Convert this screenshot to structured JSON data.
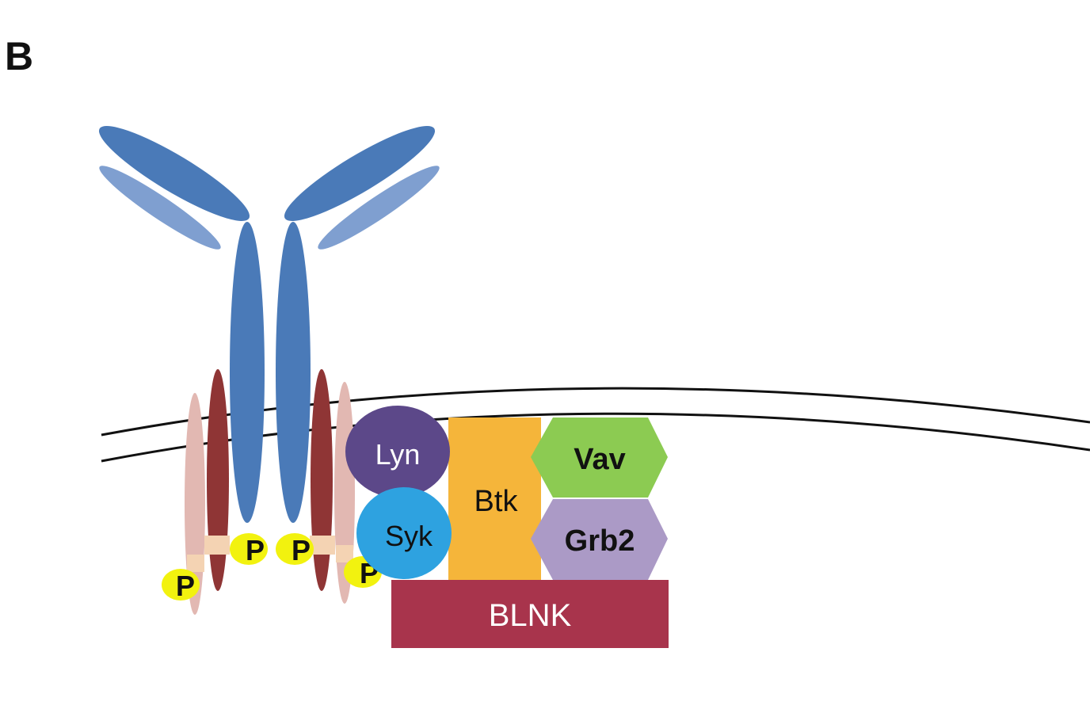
{
  "panel": {
    "label": "B"
  },
  "proteins": {
    "lyn": {
      "label": "Lyn"
    },
    "syk": {
      "label": "Syk"
    },
    "btk": {
      "label": "Btk"
    },
    "vav": {
      "label": "Vav"
    },
    "grb2": {
      "label": "Grb2"
    },
    "blnk": {
      "label": "BLNK"
    }
  },
  "phospho": {
    "p1": "P",
    "p2": "P",
    "p3": "P",
    "p4": "P"
  },
  "colors": {
    "heavy_chain": "#4a7ab8",
    "light_chain": "#7f9fd0",
    "ig_alpha": "#e2b8b2",
    "ig_beta": "#8f3535",
    "itam": "#f4d3b3",
    "phosphate": "#f2f20f",
    "lyn": "#5c4889",
    "syk": "#2ea2e0",
    "btk": "#f5b53a",
    "vav": "#8ccb52",
    "grb2": "#ab9ac6",
    "blnk": "#a8344c",
    "membrane": "#111111"
  }
}
